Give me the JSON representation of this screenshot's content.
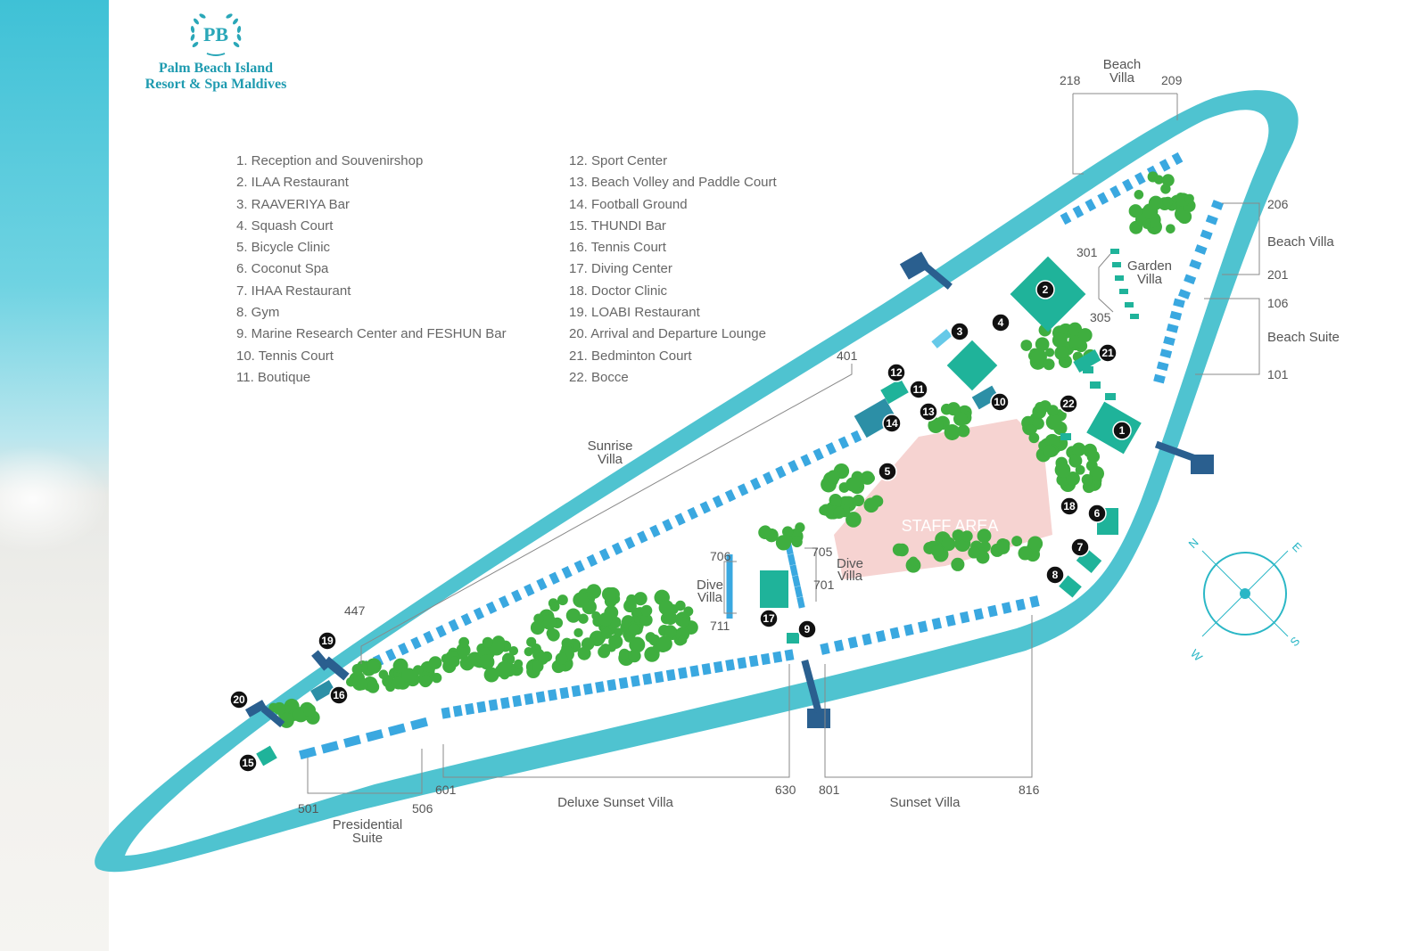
{
  "brand": {
    "monogram": "PB",
    "name_line1": "Palm Beach Island",
    "name_line2": "Resort & Spa Maldives"
  },
  "legend_left": [
    "1. Reception and Souvenirshop",
    "2. ILAA Restaurant",
    "3. RAAVERIYA Bar",
    "4. Squash Court",
    "5. Bicycle Clinic",
    "6. Coconut Spa",
    "7. IHAA Restaurant",
    "8. Gym",
    "9. Marine Research Center and FESHUN Bar",
    "10. Tennis Court",
    "11. Boutique"
  ],
  "legend_right": [
    "12. Sport Center",
    "13. Beach Volley and Paddle Court",
    "14. Football Ground",
    "15. THUNDI Bar",
    "16. Tennis Court",
    "17. Diving Center",
    "18. Doctor Clinic",
    "19. LOABI Restaurant",
    "20. Arrival and Departure Lounge",
    "21. Bedminton Court",
    "22. Bocce"
  ],
  "area_labels": {
    "staff_area": "STAFF AREA",
    "beach_villa_top_1": "Beach",
    "beach_villa_top_2": "Villa",
    "beach_villa_right": "Beach Villa",
    "beach_suite": "Beach Suite",
    "garden_villa_1": "Garden",
    "garden_villa_2": "Villa",
    "sunrise_villa_1": "Sunrise",
    "sunrise_villa_2": "Villa",
    "dive_villa_left_1": "Dive",
    "dive_villa_left_2": "Villa",
    "dive_villa_right_1": "Dive",
    "dive_villa_right_2": "Villa",
    "presidential_1": "Presidential",
    "presidential_2": "Suite",
    "deluxe_sunset": "Deluxe Sunset Villa",
    "sunset_villa": "Sunset Villa"
  },
  "room_numbers": {
    "r218": "218",
    "r209": "209",
    "r206": "206",
    "r201": "201",
    "r106": "106",
    "r101": "101",
    "r301": "301",
    "r305": "305",
    "r401": "401",
    "r447": "447",
    "r706": "706",
    "r705": "705",
    "r701": "701",
    "r711": "711",
    "r501": "501",
    "r506": "506",
    "r601": "601",
    "r630": "630",
    "r801": "801",
    "r816": "816"
  },
  "markers": [
    "1",
    "2",
    "3",
    "4",
    "5",
    "6",
    "7",
    "8",
    "9",
    "10",
    "11",
    "12",
    "13",
    "14",
    "15",
    "16",
    "17",
    "18",
    "19",
    "20",
    "21",
    "22"
  ],
  "compass": {
    "n": "N",
    "e": "E",
    "s": "S",
    "w": "W"
  },
  "colors": {
    "lagoon": "#4fc3d0",
    "villa": "#3aa8e0",
    "building": "#1fb39a",
    "tree": "#3fae3f",
    "staff": "#f6d3d1",
    "jetty": "#2a5f8f",
    "marker": "#111111"
  }
}
